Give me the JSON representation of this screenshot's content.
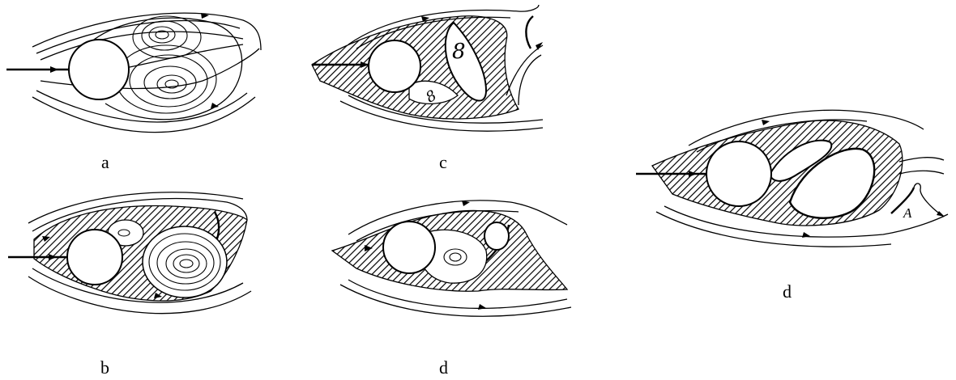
{
  "panels": [
    {
      "id": "a",
      "label": "a",
      "pattern": "closed-wake-two-symmetric-vortices"
    },
    {
      "id": "b",
      "label": "b",
      "pattern": "hatched-wake-asymmetric-vortices"
    },
    {
      "id": "c",
      "label": "c",
      "pattern": "hatched-wake-figure-eight-vortices"
    },
    {
      "id": "d1",
      "label": "d",
      "pattern": "hatched-wake-single-small-vortex"
    },
    {
      "id": "d2",
      "label": "d",
      "pattern": "hatched-wake-large-loop-shed-vortex",
      "marker": "A"
    }
  ],
  "colors": {
    "ink": "#000000",
    "paper": "#ffffff"
  }
}
